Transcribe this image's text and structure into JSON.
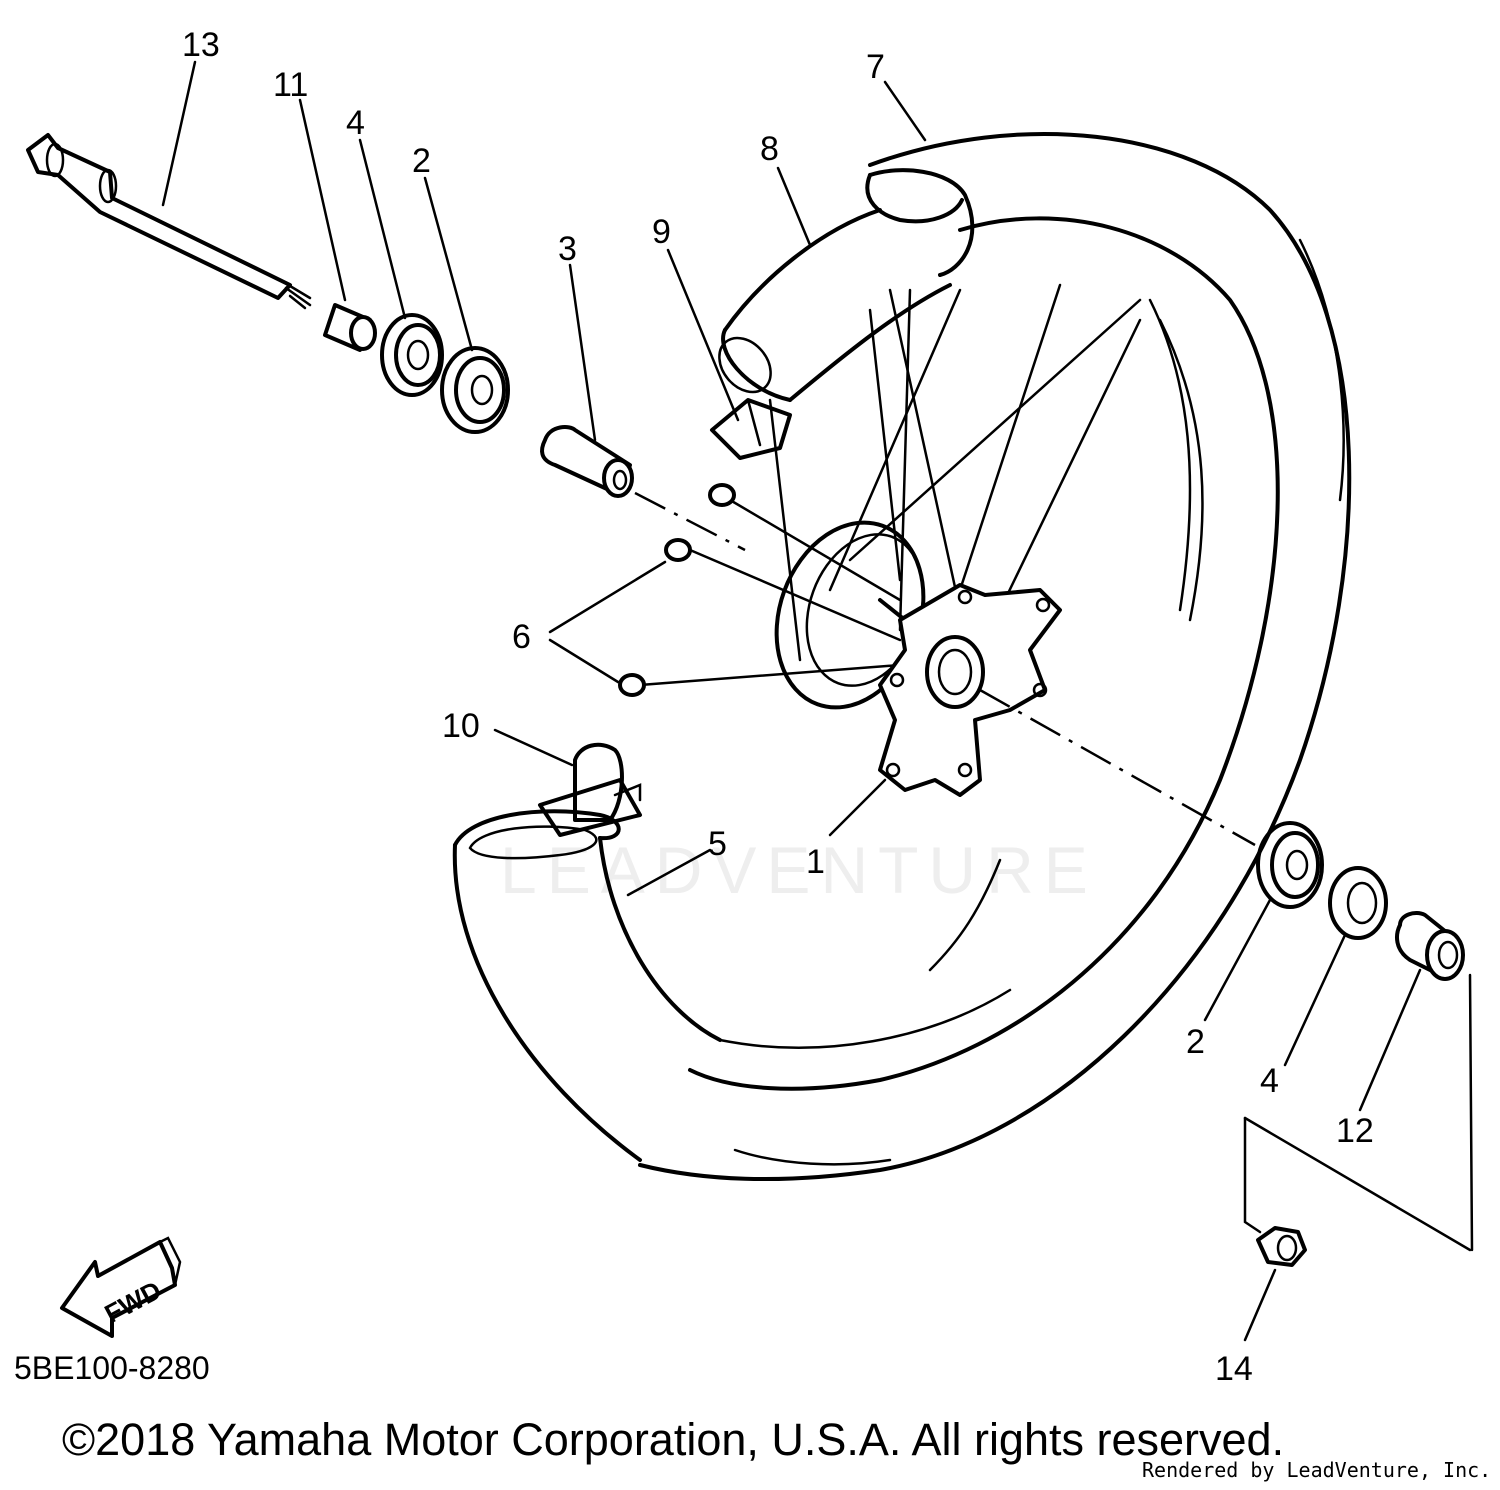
{
  "diagram": {
    "parts": [
      {
        "number": "1",
        "id": "hub"
      },
      {
        "number": "2",
        "id": "bearing-left"
      },
      {
        "number": "2",
        "id": "bearing-right"
      },
      {
        "number": "3",
        "id": "spacer"
      },
      {
        "number": "4",
        "id": "oil-seal-left"
      },
      {
        "number": "4",
        "id": "oil-seal-right"
      },
      {
        "number": "5",
        "id": "rim"
      },
      {
        "number": "6",
        "id": "spokes"
      },
      {
        "number": "7",
        "id": "tire"
      },
      {
        "number": "8",
        "id": "tube"
      },
      {
        "number": "9",
        "id": "rim-band"
      },
      {
        "number": "10",
        "id": "bead-stopper"
      },
      {
        "number": "11",
        "id": "axle"
      },
      {
        "number": "12",
        "id": "collar"
      },
      {
        "number": "13",
        "id": "collar-left"
      },
      {
        "number": "14",
        "id": "nut"
      }
    ],
    "fwd_label": "FWD",
    "diagram_code": "5BE100-8280",
    "copyright": "©2018 Yamaha Motor Corporation, U.S.A. All rights reserved.",
    "rendered_by": "Rendered by LeadVenture, Inc.",
    "watermark": "LEADVENTURE"
  }
}
